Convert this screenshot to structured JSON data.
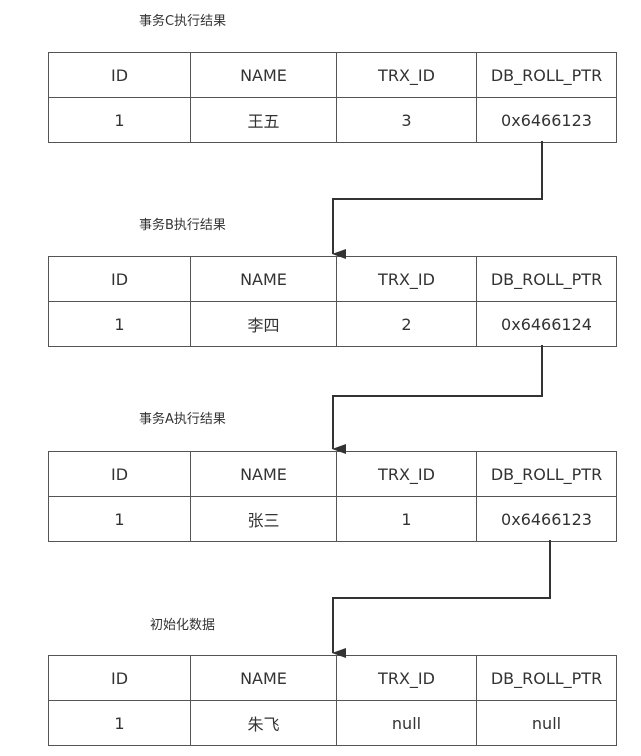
{
  "columns": [
    "ID",
    "NAME",
    "TRX_ID",
    "DB_ROLL_PTR"
  ],
  "blocks": [
    {
      "caption": "事务C执行结果",
      "row": [
        "1",
        "王五",
        "3",
        "0x6466123"
      ]
    },
    {
      "caption": "事务B执行结果",
      "row": [
        "1",
        "李四",
        "2",
        "0x6466124"
      ]
    },
    {
      "caption": "事务A执行结果",
      "row": [
        "1",
        "张三",
        "1",
        "0x6466123"
      ]
    },
    {
      "caption": "初始化数据",
      "row": [
        "1",
        "朱飞",
        "null",
        "null"
      ]
    }
  ],
  "colors": {
    "border": "#555555",
    "arrow": "#333333",
    "text": "#333333"
  }
}
